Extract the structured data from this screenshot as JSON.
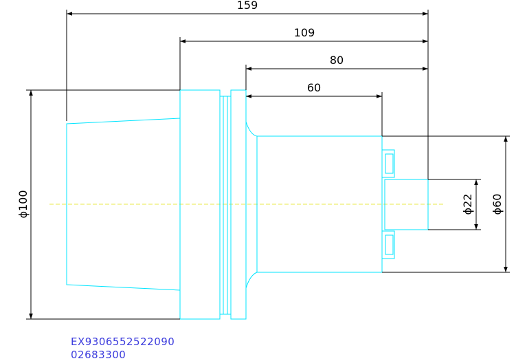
{
  "dimensions": {
    "overall_length": "159",
    "length_109": "109",
    "length_80": "80",
    "length_60": "60",
    "dia_100": "ϕ100",
    "dia_22": "ϕ22",
    "dia_60": "ϕ60"
  },
  "codes": {
    "line1": "EX9306552522090",
    "line2": "02683300"
  },
  "colors": {
    "part": "#00e5ff",
    "dimension": "#000000",
    "centerline": "#e8e84a",
    "code": "#3b3bdd"
  }
}
